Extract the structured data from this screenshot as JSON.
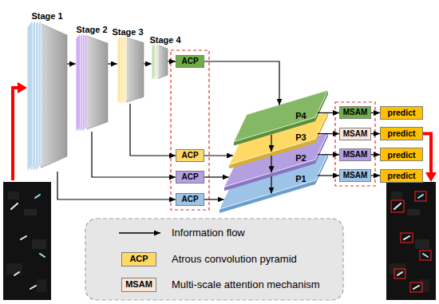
{
  "diagram": {
    "nodes": [
      {
        "text": [
          "Stage 1"
        ]
      },
      {
        "text": [
          "Stage 2"
        ]
      },
      {
        "text": [
          "Stage 3"
        ]
      },
      {
        "text": [
          "Stage 4"
        ]
      },
      {
        "text": [
          "ACP"
        ]
      },
      {
        "text": [
          "ACP"
        ]
      },
      {
        "text": [
          "ACP"
        ]
      },
      {
        "text": [
          "ACP"
        ]
      },
      {
        "text": [
          "P4"
        ]
      },
      {
        "text": [
          "P3"
        ]
      },
      {
        "text": [
          "P2"
        ]
      },
      {
        "text": [
          "P1"
        ]
      },
      {
        "text": [
          "MSAM"
        ]
      },
      {
        "text": [
          "MSAM"
        ]
      },
      {
        "text": [
          "MSAM"
        ]
      },
      {
        "text": [
          "MSAM"
        ]
      },
      {
        "text": [
          "predict"
        ]
      },
      {
        "text": [
          "predict"
        ]
      },
      {
        "text": [
          "predict"
        ]
      },
      {
        "text": [
          "predict"
        ]
      }
    ],
    "edges": [
      {
        "from": 0,
        "to": 1,
        "arrow": "to"
      },
      {
        "from": 1,
        "to": 2,
        "arrow": "to"
      },
      {
        "from": 2,
        "to": 3,
        "arrow": "to"
      },
      {
        "from": 3,
        "to": 4,
        "arrow": "to"
      },
      {
        "from": 2,
        "to": 5,
        "arrow": "to"
      },
      {
        "from": 1,
        "to": 6,
        "arrow": "to"
      },
      {
        "from": 0,
        "to": 7,
        "arrow": "to"
      },
      {
        "from": 4,
        "to": 8,
        "arrow": "to"
      },
      {
        "from": 5,
        "to": 9,
        "arrow": "to"
      },
      {
        "from": 6,
        "to": 10,
        "arrow": "to"
      },
      {
        "from": 7,
        "to": 11,
        "arrow": "to"
      },
      {
        "from": 8,
        "to": 9,
        "arrow": "to"
      },
      {
        "from": 9,
        "to": 10,
        "arrow": "to"
      },
      {
        "from": 10,
        "to": 11,
        "arrow": "to"
      },
      {
        "from": 8,
        "to": 12,
        "arrow": "to"
      },
      {
        "from": 9,
        "to": 13,
        "arrow": "to"
      },
      {
        "from": 10,
        "to": 14,
        "arrow": "to"
      },
      {
        "from": 11,
        "to": 15,
        "arrow": "to"
      },
      {
        "from": 12,
        "to": 16,
        "arrow": "to"
      },
      {
        "from": 13,
        "to": 17,
        "arrow": "to"
      },
      {
        "from": 14,
        "to": 18,
        "arrow": "to"
      },
      {
        "from": 15,
        "to": 19,
        "arrow": "to"
      }
    ],
    "labels": [
      "ACP",
      "MSAM"
    ],
    "legend": [
      {
        "text": "Information flow"
      },
      {
        "text": "Atrous convolution pyramid",
        "color": "#ffd966"
      },
      {
        "text": "Multi-scale attention mechanism",
        "color": "#fbe5d6"
      }
    ]
  }
}
